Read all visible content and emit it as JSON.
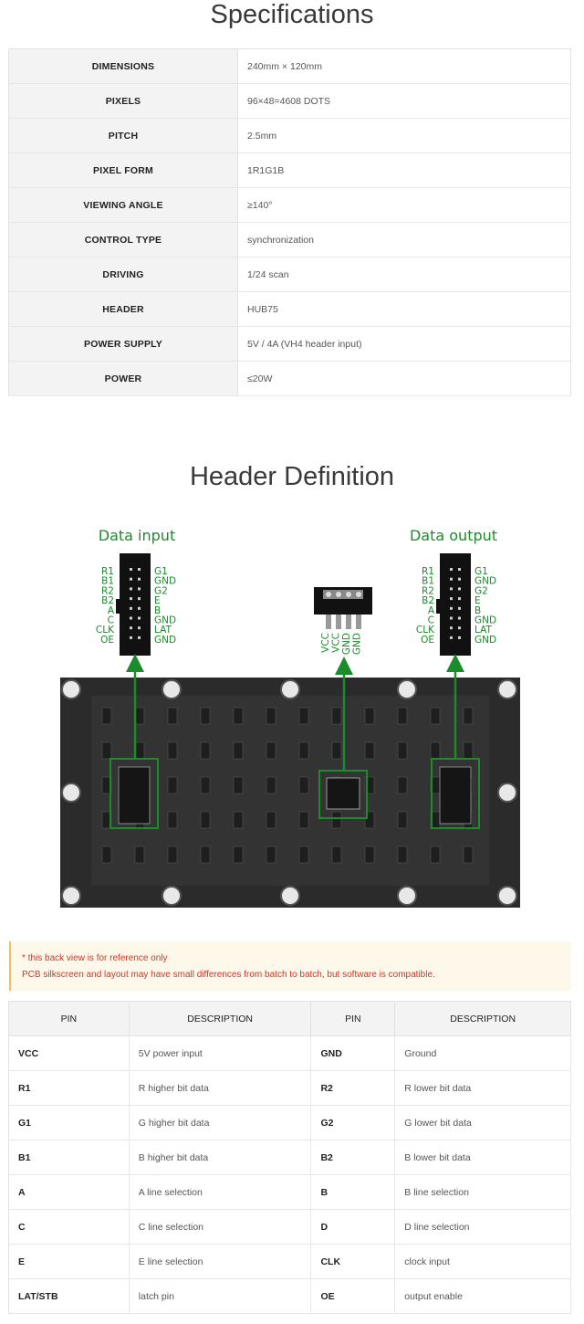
{
  "spec_section": {
    "title": "Specifications",
    "rows": [
      {
        "key": "DIMENSIONS",
        "value": "240mm × 120mm"
      },
      {
        "key": "PIXELS",
        "value": "96×48=4608 DOTS"
      },
      {
        "key": "PITCH",
        "value": "2.5mm"
      },
      {
        "key": "PIXEL FORM",
        "value": "1R1G1B"
      },
      {
        "key": "VIEWING ANGLE",
        "value": "≥140°"
      },
      {
        "key": "CONTROL TYPE",
        "value": "synchronization"
      },
      {
        "key": "DRIVING",
        "value": "1/24 scan"
      },
      {
        "key": "HEADER",
        "value": "HUB75"
      },
      {
        "key": "POWER SUPPLY",
        "value": "5V / 4A (VH4 header input)"
      },
      {
        "key": "POWER",
        "value": "≤20W"
      }
    ]
  },
  "header_section": {
    "title": "Header Definition",
    "diagram": {
      "data_input_label": "Data input",
      "data_output_label": "Data output",
      "left_pins": [
        "R1",
        "B1",
        "R2",
        "B2",
        "A",
        "C",
        "CLK",
        "OE"
      ],
      "right_pins": [
        "G1",
        "GND",
        "G2",
        "E",
        "B",
        "GND",
        "LAT",
        "GND"
      ],
      "power_pins": [
        "VCC",
        "VCC",
        "GND",
        "GND"
      ],
      "accent_color": "#1a8c2a"
    },
    "notice": {
      "line1": "* this back view is for reference only",
      "line2": "PCB silkscreen and layout may have small differences from batch to batch, but software is compatible."
    }
  },
  "pin_table": {
    "headers": [
      "PIN",
      "DESCRIPTION",
      "PIN",
      "DESCRIPTION"
    ],
    "rows": [
      [
        "VCC",
        "5V power input",
        "GND",
        "Ground"
      ],
      [
        "R1",
        "R higher bit data",
        "R2",
        "R lower bit data"
      ],
      [
        "G1",
        "G higher bit data",
        "G2",
        "G lower bit data"
      ],
      [
        "B1",
        "B higher bit data",
        "B2",
        "B lower bit data"
      ],
      [
        "A",
        "A line selection",
        "B",
        "B line selection"
      ],
      [
        "C",
        "C line selection",
        "D",
        "D line selection"
      ],
      [
        "E",
        "E line selection",
        "CLK",
        "clock input"
      ],
      [
        "LAT/STB",
        "latch pin",
        "OE",
        "output enable"
      ]
    ]
  }
}
